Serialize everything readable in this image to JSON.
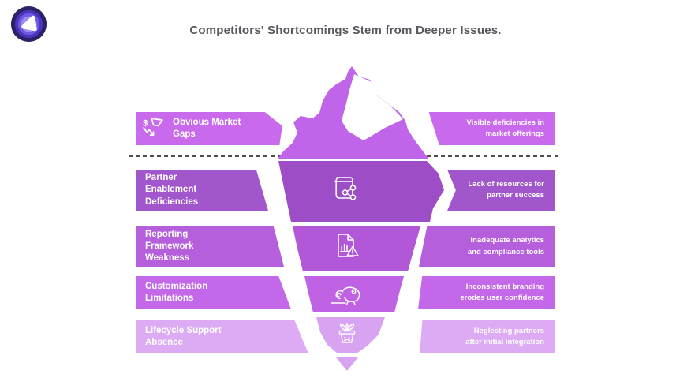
{
  "header": {
    "title": "Competitors' Shortcomings Stem from Deeper Issues."
  },
  "rows": [
    {
      "id": "obvious-market-gaps",
      "left_title": "Obvious Market\nGaps",
      "right_text": "Visible deficiencies in\nmarket offerings",
      "icon": "market-gap-dollar-icon",
      "color_bar": "#c969ec",
      "color_iceberg": "#c065e9"
    },
    {
      "id": "partner-enablement-deficiencies",
      "left_title": "Partner\nEnablement\nDeficiencies",
      "right_text": "Lack of resources for\npartner success",
      "icon": "book-share-icon",
      "color_bar": "#a156cb",
      "color_iceberg": "#9d4ec7"
    },
    {
      "id": "reporting-framework-weakness",
      "left_title": "Reporting\nFramework\nWeakness",
      "right_text": "Inadequate analytics\nand compliance tools",
      "icon": "report-warning-icon",
      "color_bar": "#b55fdd",
      "color_iceberg": "#b157d8"
    },
    {
      "id": "customization-limitations",
      "left_title": "Customization\nLimitations",
      "right_text": "Inconsistent branding\nerodes user confidence",
      "icon": "chameleon-icon",
      "color_bar": "#c368e9",
      "color_iceberg": "#bf63e4"
    },
    {
      "id": "lifecycle-support-absence",
      "left_title": "Lifecycle Support\nAbsence",
      "right_text": "Neglecting partners\nafter initial integration",
      "icon": "sad-plant-icon",
      "color_bar": "#dcabf4",
      "color_iceberg": "#d8a3f1"
    }
  ],
  "colors": {
    "background": "#ffffff",
    "title_text": "#57595e",
    "waterline": "#4d4d4d",
    "iceberg_facet": "#ffffff",
    "icon_stroke": "#ffffff",
    "logo_rings": [
      "#2b2166",
      "#4c33bd",
      "#7257e3",
      "#a18af0"
    ],
    "logo_glyph": "#ffffff"
  }
}
